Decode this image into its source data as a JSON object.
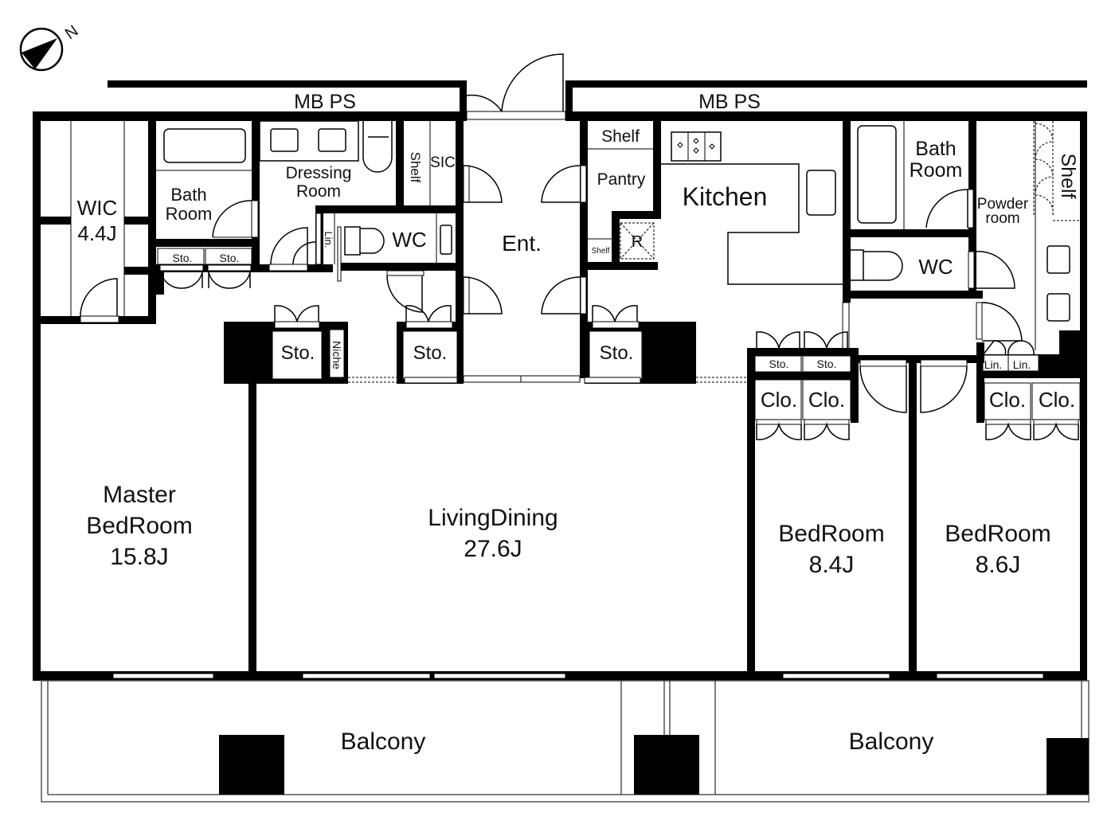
{
  "compass": {
    "label": "N",
    "icon": "north-arrow-icon"
  },
  "labels": {
    "mbps_left": "MB  PS",
    "mbps_right": "MB  PS",
    "wic": "WIC",
    "wic_area": "4.4J",
    "bath_left_1": "Bath",
    "bath_left_2": "Room",
    "sto_a": "Sto.",
    "sto_b": "Sto.",
    "dressing_1": "Dressing",
    "dressing_2": "Room",
    "shelf_vert": "Shelf",
    "sic": "SIC",
    "lin_left": "Lin.",
    "wc_left": "WC",
    "entrance": "Ent.",
    "sto_c": "Sto.",
    "niche": "Niche",
    "sto_d": "Sto.",
    "shelf_pantry": "Shelf",
    "pantry": "Pantry",
    "shelf_small": "Shelf",
    "fridge": "R",
    "kitchen": "Kitchen",
    "sto_e": "Sto.",
    "bath_right_1": "Bath",
    "bath_right_2": "Room",
    "powder_1": "Powder",
    "powder_2": "room",
    "shelf_right": "Shelf",
    "wc_right": "WC",
    "sto_f": "Sto.",
    "sto_g": "Sto.",
    "clo_a": "Clo.",
    "clo_b": "Clo.",
    "lin_a": "Lin.",
    "lin_b": "Lin.",
    "clo_c": "Clo.",
    "clo_d": "Clo.",
    "master_1": "Master",
    "master_2": "BedRoom",
    "master_area": "15.8J",
    "living_1": "LivingDining",
    "living_area": "27.6J",
    "bed1_1": "BedRoom",
    "bed1_area": "8.4J",
    "bed2_1": "BedRoom",
    "bed2_area": "8.6J",
    "balcony_left": "Balcony",
    "balcony_right": "Balcony"
  },
  "rooms": [
    {
      "name": "Master BedRoom",
      "area": "15.8J"
    },
    {
      "name": "LivingDining",
      "area": "27.6J"
    },
    {
      "name": "BedRoom",
      "area": "8.4J"
    },
    {
      "name": "BedRoom",
      "area": "8.6J"
    },
    {
      "name": "WIC",
      "area": "4.4J"
    },
    {
      "name": "Kitchen"
    },
    {
      "name": "Ent."
    },
    {
      "name": "Dressing Room"
    },
    {
      "name": "Bath Room"
    },
    {
      "name": "Bath Room"
    },
    {
      "name": "Powder room"
    },
    {
      "name": "WC"
    },
    {
      "name": "WC"
    },
    {
      "name": "Pantry"
    },
    {
      "name": "Balcony"
    },
    {
      "name": "Balcony"
    }
  ]
}
